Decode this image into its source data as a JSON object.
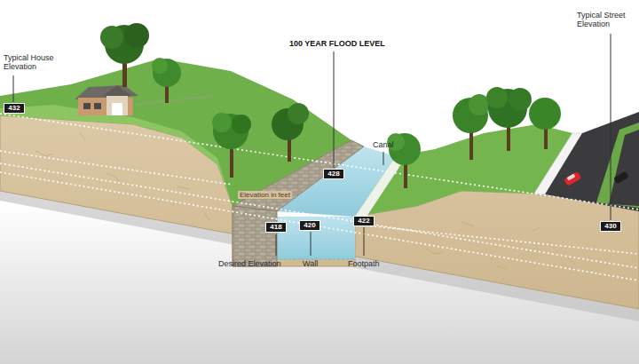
{
  "diagram": {
    "nodes": [
      {
        "text": [
          "432"
        ]
      },
      {
        "text": [
          "428"
        ]
      },
      {
        "text": [
          "418"
        ]
      },
      {
        "text": [
          "420"
        ]
      },
      {
        "text": [
          "422"
        ]
      },
      {
        "text": [
          "430"
        ]
      }
    ],
    "labels": [
      "Typical House Elevation",
      "100 YEAR FLOOD LEVEL",
      "Canal",
      "Typical Street Elevation",
      "Elevation in feet",
      "Desired Elevation",
      "Wall",
      "Footpath"
    ]
  }
}
